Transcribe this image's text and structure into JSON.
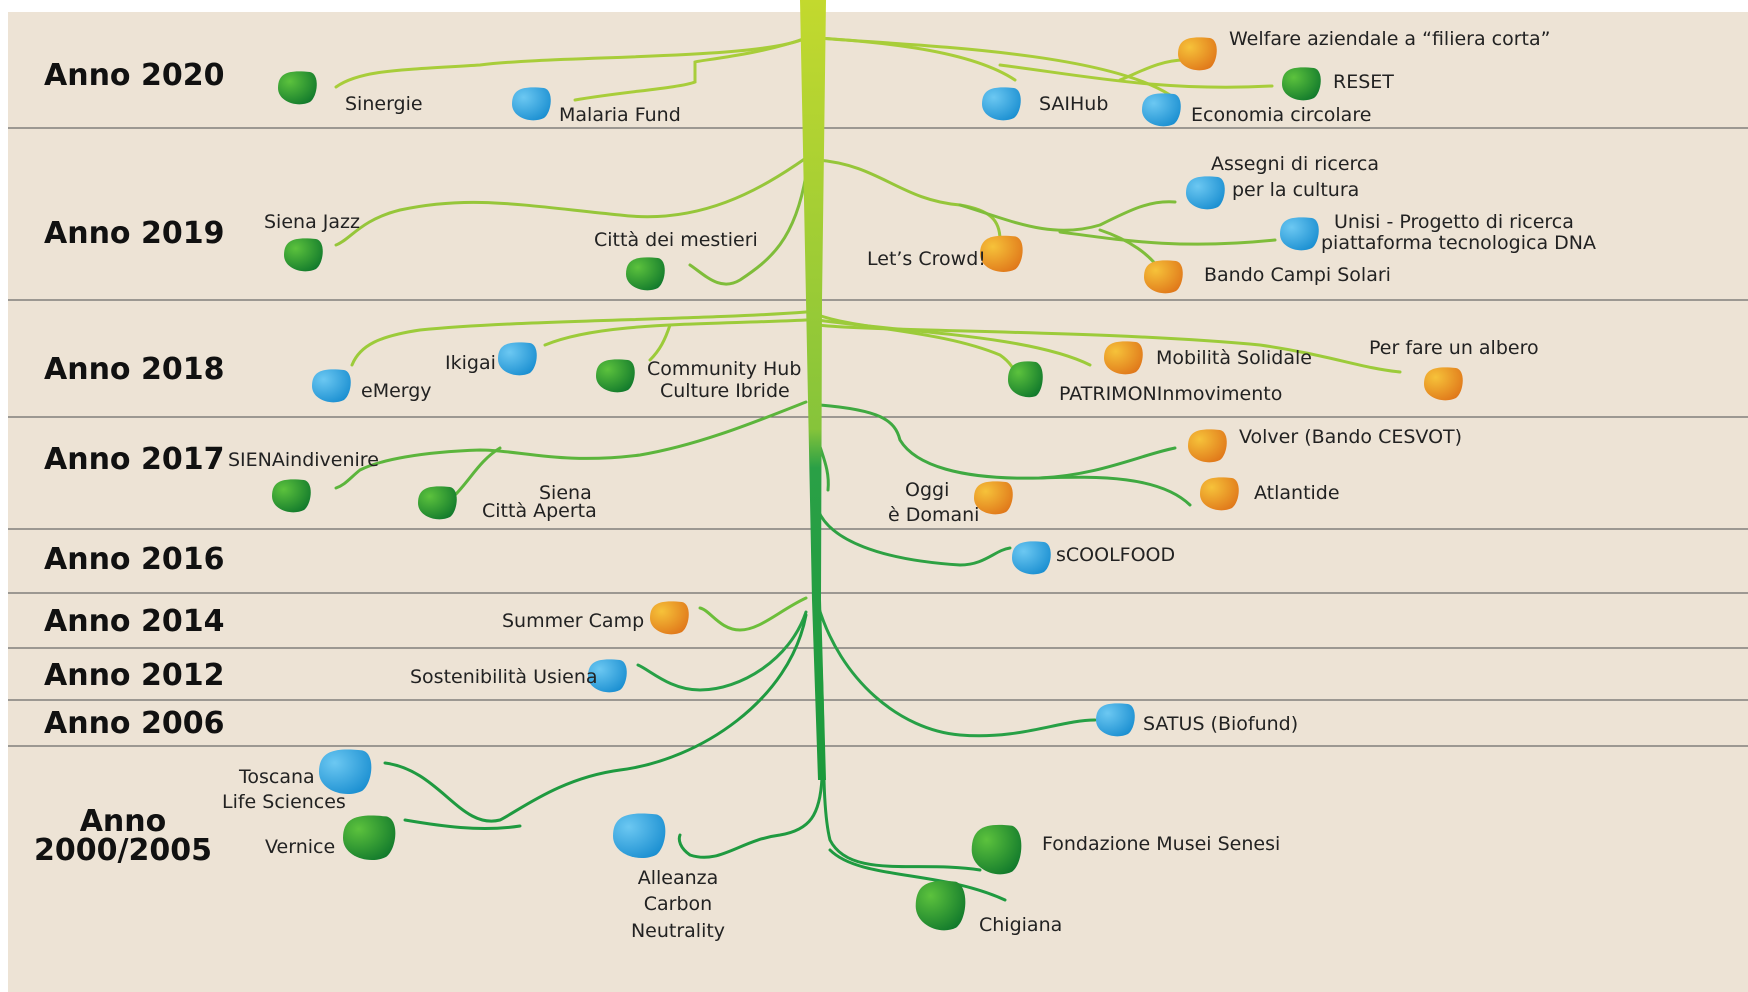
{
  "colors": {
    "background": "#ede3d5",
    "line": "#6b6b6b",
    "leaf_green": "#1e9b3c",
    "leaf_blue": "#2aa6e3",
    "leaf_orange": "#e8951c",
    "trunk_top": "#b6d334",
    "trunk_bottom": "#1c9a3c"
  },
  "years": [
    {
      "id": "y2020",
      "label": "Anno 2020"
    },
    {
      "id": "y2019",
      "label": "Anno 2019"
    },
    {
      "id": "y2018",
      "label": "Anno 2018"
    },
    {
      "id": "y2017",
      "label": "Anno 2017"
    },
    {
      "id": "y2016",
      "label": "Anno 2016"
    },
    {
      "id": "y2014",
      "label": "Anno 2014"
    },
    {
      "id": "y2012",
      "label": "Anno 2012"
    },
    {
      "id": "y2006",
      "label": "Anno 2006"
    },
    {
      "id": "y2000",
      "label_line1": "Anno",
      "label_line2": "2000/2005"
    }
  ],
  "leaves": [
    {
      "id": "sinergie",
      "color": "green",
      "label": "Sinergie"
    },
    {
      "id": "malaria",
      "color": "blue",
      "label": "Malaria Fund"
    },
    {
      "id": "saihub",
      "color": "blue",
      "label": "SAIHub"
    },
    {
      "id": "economia",
      "color": "blue",
      "label": "Economia circolare"
    },
    {
      "id": "reset",
      "color": "green",
      "label": "RESET"
    },
    {
      "id": "welfare",
      "color": "orange",
      "label": "Welfare aziendale a “filiera corta”"
    },
    {
      "id": "sienajazz",
      "color": "green",
      "label": "Siena Jazz"
    },
    {
      "id": "mestieri",
      "color": "green",
      "label": "Città dei mestieri"
    },
    {
      "id": "letscrowd",
      "color": "orange",
      "label": "Let’s Crowd!"
    },
    {
      "id": "assegni",
      "color": "blue",
      "label_line1": "Assegni di ricerca",
      "label_line2": "per la cultura"
    },
    {
      "id": "unisi",
      "color": "blue",
      "label_line1": "Unisi - Progetto di ricerca",
      "label_line2": "piattaforma tecnologica DNA"
    },
    {
      "id": "campisolari",
      "color": "orange",
      "label": "Bando Campi Solari"
    },
    {
      "id": "emergy",
      "color": "blue",
      "label": "eMergy"
    },
    {
      "id": "ikigai",
      "color": "blue",
      "label": "Ikigai"
    },
    {
      "id": "community",
      "color": "green",
      "label_line1": "Community Hub",
      "label_line2": "Culture Ibride"
    },
    {
      "id": "patrimon",
      "color": "green",
      "label": "PATRIMONInmovimento"
    },
    {
      "id": "mobilita",
      "color": "orange",
      "label": "Mobilità Solidale"
    },
    {
      "id": "albero",
      "color": "orange",
      "label": "Per fare un albero"
    },
    {
      "id": "sienaindivenire",
      "color": "green",
      "label": "SIENAindivenire"
    },
    {
      "id": "cittaaperta",
      "color": "green",
      "label_line1": "Siena",
      "label_line2": "Città Aperta"
    },
    {
      "id": "oggi",
      "color": "orange",
      "label_line1": "Oggi",
      "label_line2": "è Domani"
    },
    {
      "id": "volver",
      "color": "orange",
      "label": "Volver (Bando CESVOT)"
    },
    {
      "id": "atlantide",
      "color": "orange",
      "label": "Atlantide"
    },
    {
      "id": "scoolfood",
      "color": "blue",
      "label": "sCOOLFOOD"
    },
    {
      "id": "summercamp",
      "color": "orange",
      "label": "Summer Camp"
    },
    {
      "id": "usiena",
      "color": "blue",
      "label": "Sostenibilità Usiena"
    },
    {
      "id": "satus",
      "color": "blue",
      "label": "SATUS (Biofund)"
    },
    {
      "id": "toscana",
      "color": "blue",
      "label_line1": "Toscana",
      "label_line2": "Life Sciences"
    },
    {
      "id": "vernice",
      "color": "green",
      "label": "Vernice"
    },
    {
      "id": "alleanza",
      "color": "blue",
      "label_line1": "Alleanza",
      "label_line2": "Carbon",
      "label_line3": "Neutrality"
    },
    {
      "id": "musei",
      "color": "green",
      "label": "Fondazione Musei Senesi"
    },
    {
      "id": "chigiana",
      "color": "green",
      "label": "Chigiana"
    }
  ]
}
